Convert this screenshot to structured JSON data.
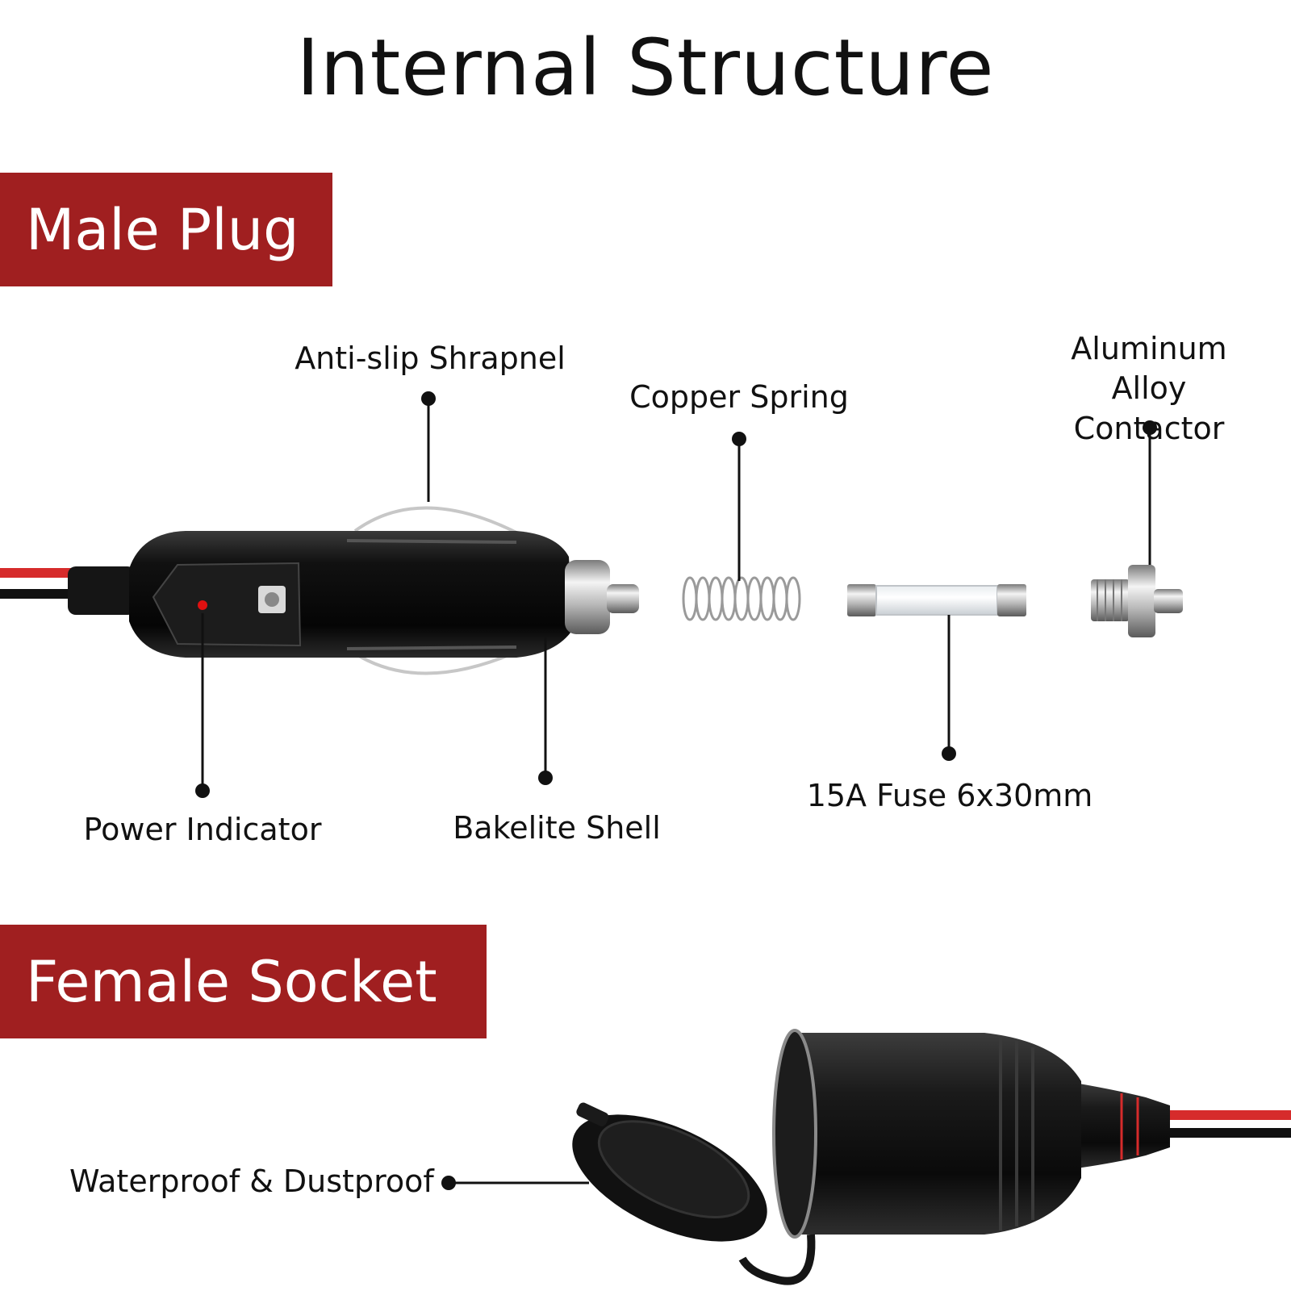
{
  "title": "Internal Structure",
  "sections": {
    "male": "Male Plug",
    "female": "Female Socket"
  },
  "labels": {
    "anti_slip_shrapnel": "Anti-slip Shrapnel",
    "copper_spring": "Copper Spring",
    "aluminum_contactor": "Aluminum\nAlloy Contactor",
    "power_indicator": "Power Indicator",
    "bakelite_shell": "Bakelite Shell",
    "fuse": "15A Fuse 6x30mm",
    "waterproof": "Waterproof & Dustproof"
  },
  "colors": {
    "banner": "#a01f20",
    "wire_red": "#d62b2b",
    "wire_black": "#111111",
    "indicator_led": "#e01010"
  }
}
